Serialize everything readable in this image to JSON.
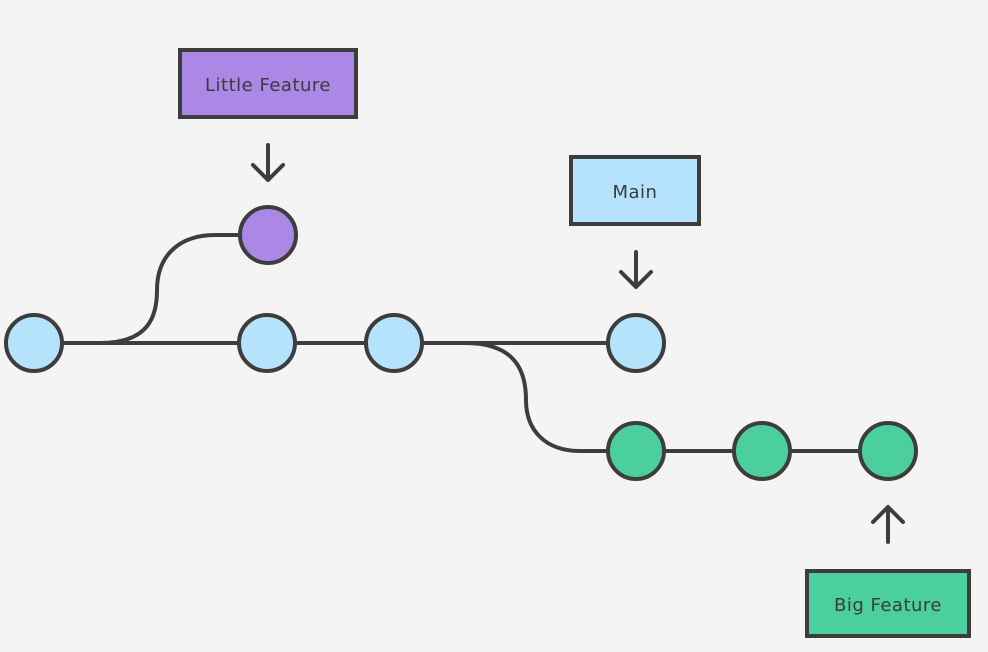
{
  "colors": {
    "background": "#f4f4f4",
    "stroke": "#3d3d3d",
    "main": "#b5e3fb",
    "little_feature": "#ab87e6",
    "big_feature": "#4bcf9c"
  },
  "labels": {
    "little_feature": "Little Feature",
    "main": "Main",
    "big_feature": "Big Feature"
  },
  "branches": [
    {
      "name": "main",
      "color_key": "main",
      "commit_count": 4
    },
    {
      "name": "little_feature",
      "color_key": "little_feature",
      "commit_count": 1
    },
    {
      "name": "big_feature",
      "color_key": "big_feature",
      "commit_count": 3
    }
  ]
}
